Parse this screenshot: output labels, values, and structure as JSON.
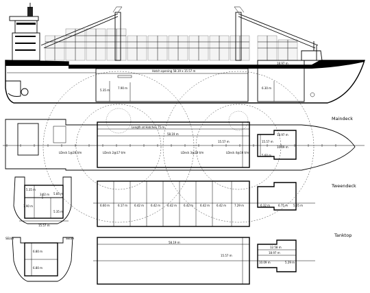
{
  "sections": {
    "main_deck": "Maindeck",
    "tween_deck": "Tweendeck",
    "tank_top": "Tanktop"
  },
  "profile": {
    "hatch_opening": "Hatch opening 58.19 x 15.57 m",
    "hold_width": "18.97 m",
    "height_1": "7.90 m",
    "height_2": "5.35 m",
    "height_3": "6.30 m"
  },
  "maindeck": {
    "length_at_hatches": "Length at Hatches 75 m",
    "hold_length": "58.19 m",
    "beam": "15.57 m",
    "aft_beam": "15.57 m",
    "fwd_width": "18.97 m",
    "fwd_hatch_width": "10.09 m",
    "fwd_small": "5.60 m",
    "load_1": "LDeck 1@28 t/m",
    "load_2": "LDeck 2@17 t/m",
    "load_3": "LDeck 3@28 t/m",
    "load_4": "LDeck 4@16 t/m"
  },
  "tweendeck": {
    "midship_top": "5.35 m",
    "midship_1": "3.02 m",
    "midship_2": "5.85 m",
    "midship_height": "7.90 m",
    "midship_3": "5.35 m",
    "midship_width": "15.57 m",
    "pontoons": [
      "6.60 m",
      "6.17 m",
      "6.42 m",
      "6.42 m",
      "6.42 m",
      "6.42 m",
      "6.42 m",
      "6.42 m",
      "7.29 m"
    ],
    "fwd_1": "6.32 m",
    "fwd_2": "6.75 m",
    "fwd_3": "5.25 m"
  },
  "tanktop": {
    "midship_label_left": "SELVA",
    "midship_label_right": "SELVA",
    "midship_top": "6.80 m",
    "midship_bottom": "6.80 m",
    "hold_length": "58.19 m",
    "hold_beam": "15.57 m",
    "fwd_1": "12.58 m",
    "fwd_2": "18.97 m",
    "fwd_3": "10.09 m",
    "fwd_4": "5.29 m"
  }
}
